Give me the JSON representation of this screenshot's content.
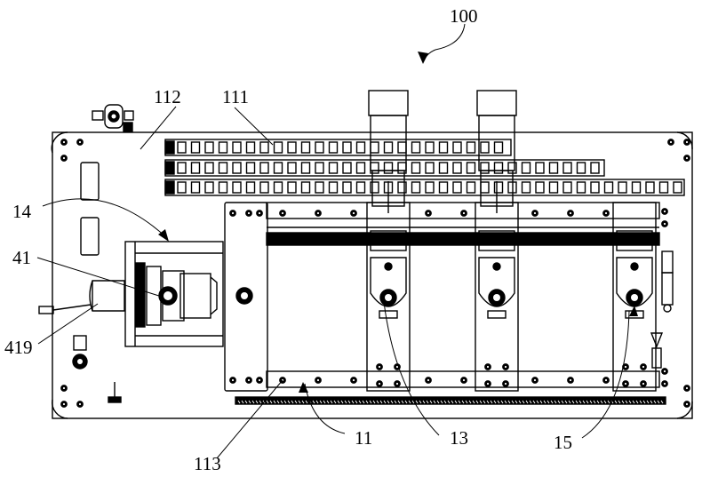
{
  "figure": {
    "type": "patent mechanical drawing (top view)",
    "line_color": "#000000",
    "background_color": "#ffffff"
  },
  "labels": {
    "assembly": "100",
    "cable_chain": "111",
    "base_plate": "112",
    "guide_rail": "113",
    "frame": "11",
    "module_13": "13",
    "module_14": "14",
    "module_15": "15",
    "part_41": "41",
    "part_419": "419"
  }
}
